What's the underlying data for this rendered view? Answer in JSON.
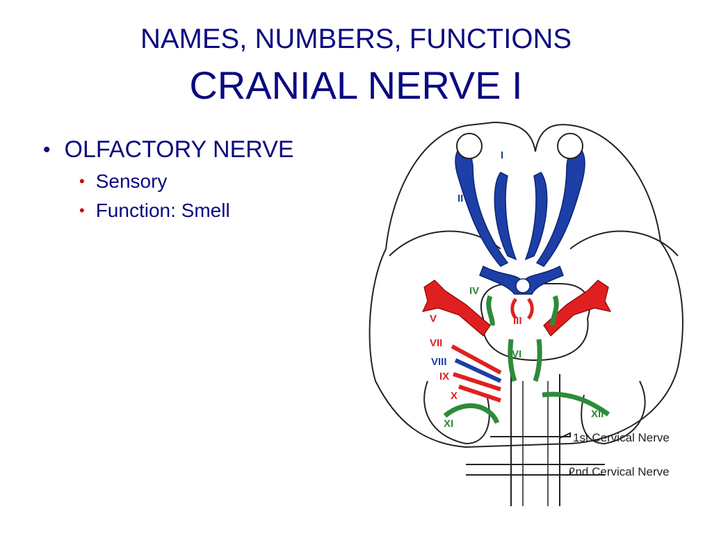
{
  "slide": {
    "title_line1": "NAMES, NUMBERS, FUNCTIONS",
    "title_line2": "CRANIAL NERVE I",
    "bullet_main": "OLFACTORY NERVE",
    "sub_bullets": [
      "Sensory",
      "Function: Smell"
    ],
    "bullet_color": "#cc0000",
    "title_color": "#0a0a80"
  },
  "diagram": {
    "nerve_labels": {
      "I": "I",
      "II": "II",
      "III": "III",
      "IV": "IV",
      "V": "V",
      "VI": "VI",
      "VII": "VII",
      "VIII": "VIII",
      "IX": "IX",
      "X": "X",
      "XI": "XI",
      "XII": "XII"
    },
    "cervical_1": "1st Cervical Nerve",
    "cervical_2": "2nd Cervical Nerve",
    "colors": {
      "blue": "#1c3fa8",
      "red": "#e02020",
      "green": "#2e8b3a"
    }
  }
}
